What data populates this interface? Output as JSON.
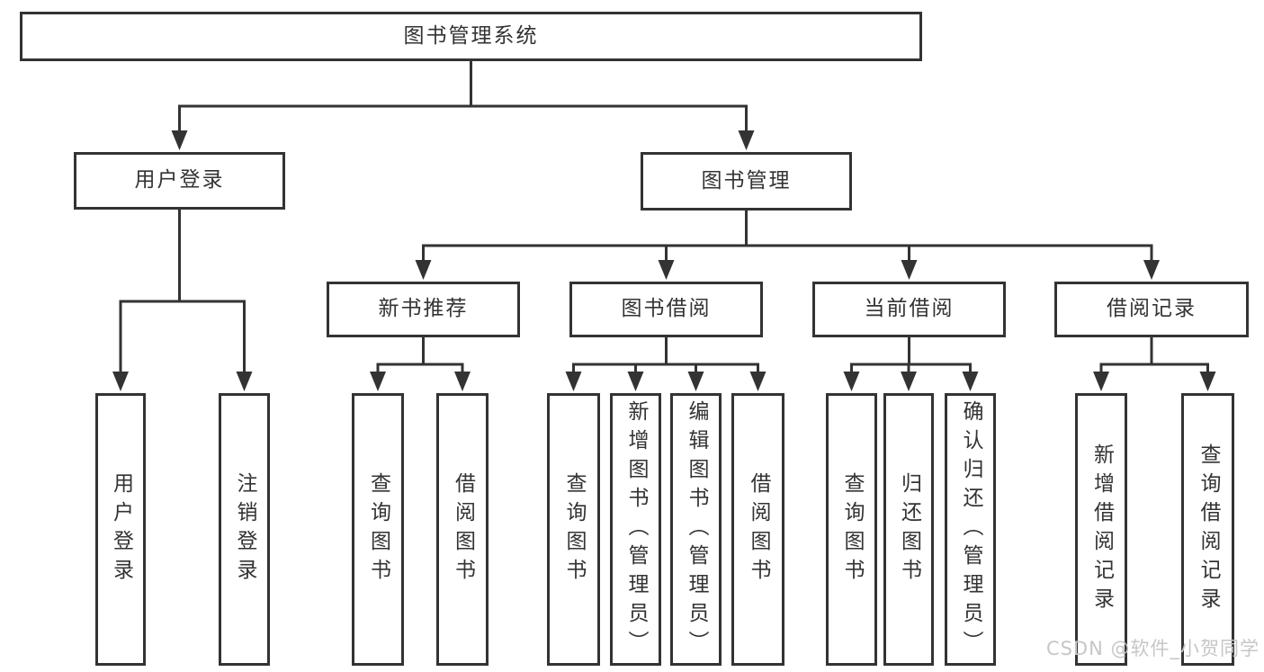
{
  "diagram": {
    "title": "图书管理系统",
    "watermark": "CSDN @软件_小贺同学",
    "colors": {
      "line": "#333333",
      "text": "#333333",
      "box_background": "#ffffff",
      "page_background": "#ffffff",
      "watermark": "#c6c6c6"
    },
    "nodes": [
      {
        "id": "root",
        "label": "图书管理系统"
      },
      {
        "id": "user-login-group",
        "label": "用户登录"
      },
      {
        "id": "book-mgmt",
        "label": "图书管理"
      },
      {
        "id": "new-book-rec",
        "label": "新书推荐"
      },
      {
        "id": "book-borrow",
        "label": "图书借阅"
      },
      {
        "id": "current-borrow",
        "label": "当前借阅"
      },
      {
        "id": "borrow-records",
        "label": "借阅记录"
      },
      {
        "id": "v-user-login",
        "label": "用户登录"
      },
      {
        "id": "v-logout",
        "label": "注销登录"
      },
      {
        "id": "v-query-book-1",
        "label": "查询图书"
      },
      {
        "id": "v-borrow-book-1",
        "label": "借阅图书"
      },
      {
        "id": "v-query-book-2",
        "label": "查询图书"
      },
      {
        "id": "v-add-book",
        "label": "新增图书（管理员）"
      },
      {
        "id": "v-edit-book",
        "label": "编辑图书（管理员）"
      },
      {
        "id": "v-borrow-book-2",
        "label": "借阅图书"
      },
      {
        "id": "v-query-book-3",
        "label": "查询图书"
      },
      {
        "id": "v-return-book",
        "label": "归还图书"
      },
      {
        "id": "v-confirm-return",
        "label": "确认归还（管理员）"
      },
      {
        "id": "v-add-borrow-record",
        "label": "新增借阅记录"
      },
      {
        "id": "v-query-borrow-record",
        "label": "查询借阅记录"
      }
    ],
    "edges": [
      {
        "from": "root",
        "to": [
          "user-login-group",
          "book-mgmt"
        ]
      },
      {
        "from": "user-login-group",
        "to": [
          "v-user-login",
          "v-logout"
        ]
      },
      {
        "from": "book-mgmt",
        "to": [
          "new-book-rec",
          "book-borrow",
          "current-borrow",
          "borrow-records"
        ]
      },
      {
        "from": "new-book-rec",
        "to": [
          "v-query-book-1",
          "v-borrow-book-1"
        ]
      },
      {
        "from": "book-borrow",
        "to": [
          "v-query-book-2",
          "v-add-book",
          "v-edit-book",
          "v-borrow-book-2"
        ]
      },
      {
        "from": "current-borrow",
        "to": [
          "v-query-book-3",
          "v-return-book",
          "v-confirm-return"
        ]
      },
      {
        "from": "borrow-records",
        "to": [
          "v-add-borrow-record",
          "v-query-borrow-record"
        ]
      }
    ]
  }
}
